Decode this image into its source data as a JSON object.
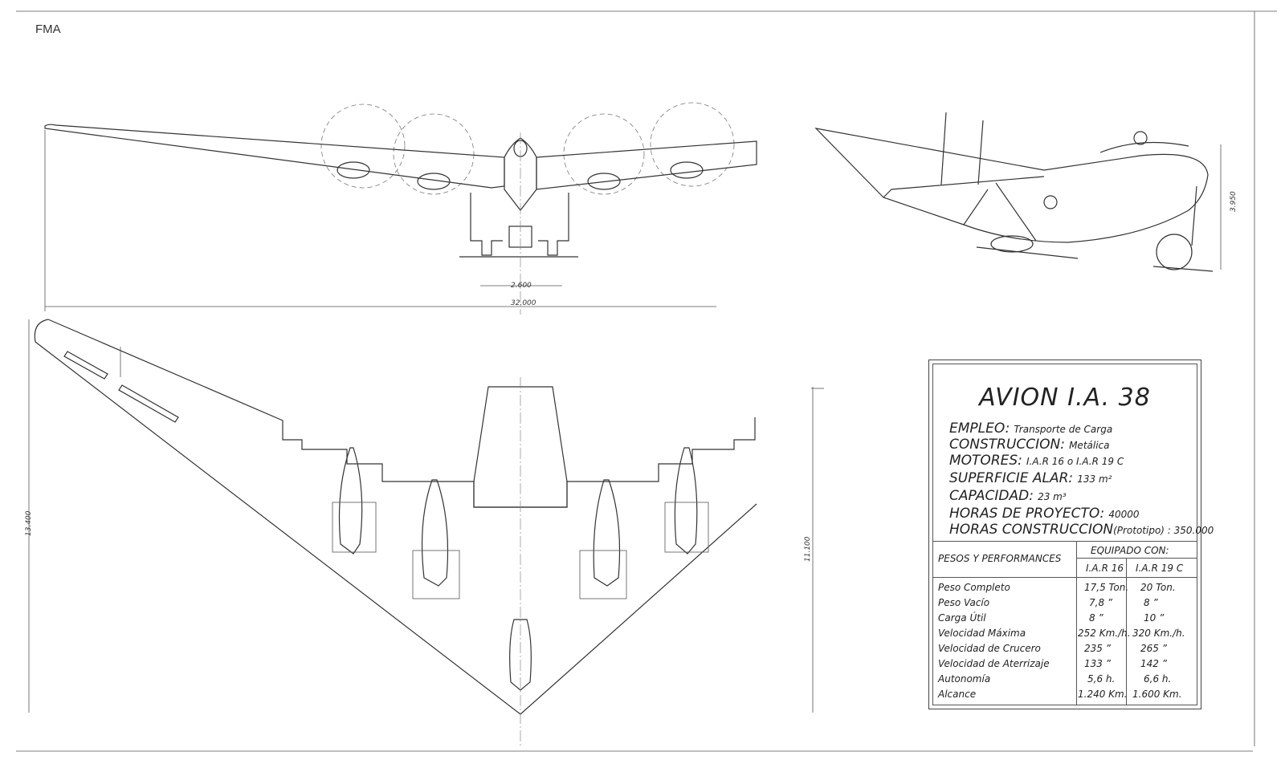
{
  "corner_label": "FMA",
  "dimensions": {
    "track": "2.600",
    "span": "32.000",
    "height": "3.950",
    "length": "13.400",
    "chord": "11.100"
  },
  "title_block": {
    "title": "AVION  I.A. 38",
    "specs": [
      {
        "key": "EMPLEO:",
        "value": "Transporte de Carga"
      },
      {
        "key": "CONSTRUCCION:",
        "value": "Metálica"
      },
      {
        "key": "MOTORES:",
        "value": "I.A.R 16  o  I.A.R 19 C"
      },
      {
        "key": "SUPERFICIE ALAR:",
        "value": "133 m²"
      },
      {
        "key": "CAPACIDAD:",
        "value": "23 m³"
      },
      {
        "key": "HORAS DE PROYECTO:",
        "value": "40000"
      },
      {
        "key": "HORAS CONSTRUCCION",
        "value": "(Prototipo) : 350.000"
      }
    ],
    "perf_header": "PESOS Y PERFORMANCES",
    "equip_header": "EQUIPADO CON:",
    "col1": "I.A.R 16",
    "col2": "I.A.R 19 C",
    "rows": [
      {
        "label": "Peso Completo",
        "a": "17,5 Ton.",
        "b": "20 Ton."
      },
      {
        "label": "Peso Vacío",
        "a": "7,8  ”",
        "b": "8  ”"
      },
      {
        "label": "Carga Útil",
        "a": "8  ”",
        "b": "10  ”"
      },
      {
        "label": "Velocidad Máxima",
        "a": "252 Km./h.",
        "b": "320 Km./h."
      },
      {
        "label": "Velocidad de Crucero",
        "a": "235  ”",
        "b": "265  ”"
      },
      {
        "label": "Velocidad de Aterrizaje",
        "a": "133  ”",
        "b": "142  ”"
      },
      {
        "label": "Autonomía",
        "a": "5,6 h.",
        "b": "6,6 h."
      },
      {
        "label": "Alcance",
        "a": "1.240 Km.",
        "b": "1.600 Km."
      }
    ]
  }
}
